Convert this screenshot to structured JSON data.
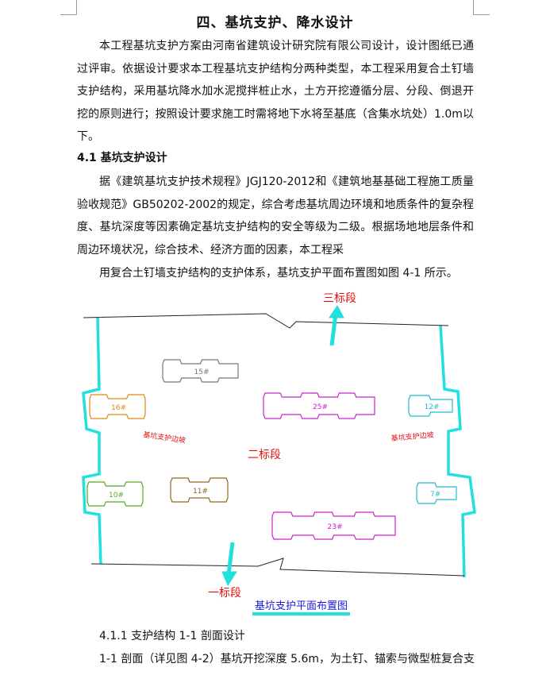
{
  "title": "四、基坑支护、降水设计",
  "intro": "本工程基坑支护方案由河南省建筑设计研究院有限公司设计，设计图纸已通过评审。依据设计要求本工程基坑支护结构分两种类型，本工程采用复合土钉墙支护结构，采用基坑降水加水泥搅拌桩止水，土方开挖遵循分层、分段、倒退开挖的原则进行；按照设计要求施工时需将地下水将至基底（含集水坑处）1.0m以下。",
  "section": {
    "heading": "4.1 基坑支护设计",
    "paragraph": "据《建筑基坑支护技术规程》JGJ120-2012和《建筑地基基础工程施工质量验收规范》GB50202-2002的规定，综合考虑基坑周边环境和地质条件的复杂程度、基坑深度等因素确定基坑支护结构的安全等级为二级。根据场地地层条件和周边环境状况，综合技术、经济方面的因素，本工程采",
    "paragraph_cont": "用复合土钉墙支护结构的支护体系，基坑支护平面布置图如图 4-1 所示。"
  },
  "figure": {
    "caption": "基坑支护平面布置图",
    "zones": [
      "三标段",
      "二标段",
      "一标段"
    ],
    "annotations": [
      "基坑支护边坡",
      "基坑支护边坡"
    ],
    "buildings": [
      "15#",
      "16#",
      "25#",
      "12#",
      "10#",
      "11#",
      "23#",
      "7#"
    ],
    "colors": {
      "boundary": "#20e0e0",
      "arrow": "#20e0e0",
      "zone_text": "#e01010",
      "building_gray": "#777777",
      "building_orange": "#e08a10",
      "building_magenta": "#cc22cc",
      "building_cyan": "#22bbcc",
      "building_green": "#55aa22",
      "building_olive": "#8a6a20",
      "caption_text": "#1a1ad8"
    }
  },
  "subsection": {
    "heading": "4.1.1 支护结构 1-1 剖面设计",
    "text": "1-1 剖面（详见图 4-2）基坑开挖深度 5.6m，为土钉、锚索与微型桩复合支"
  }
}
